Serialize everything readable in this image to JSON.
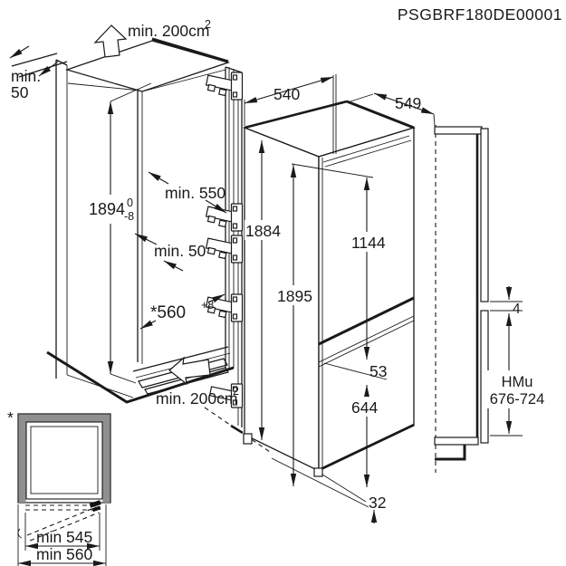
{
  "title": "PSGBRF180DE00001",
  "cabinet": {
    "top_vent": {
      "label": "min. 200cm",
      "sup": "2"
    },
    "top_clearance": {
      "line1": "min.",
      "line2": "50"
    },
    "niche_height": {
      "value": "1894",
      "tol_top": "0",
      "tol_bottom": "-8"
    },
    "niche_depth": "min. 550",
    "rear_gap": "min. 50",
    "niche_width": {
      "value": "*560",
      "sup": "+8"
    },
    "bottom_vent": {
      "label": "min. 200cm",
      "sup": "2"
    }
  },
  "appliance": {
    "width": "540",
    "depth": "549",
    "height": "1884",
    "door_height": "1895",
    "upper_door_height": "1144",
    "hinge_gap": "53",
    "lower_door_height": "644",
    "bottom_gap": "32"
  },
  "side_profile": {
    "door_gap": "4",
    "panel_label": "HMu",
    "panel_range": "676-724"
  },
  "inset": {
    "marker": "*",
    "inner_width": "min 545",
    "outer_width": "min 560"
  },
  "colors": {
    "line": "#1a1a1a",
    "inset_frame": "#8f8f8f",
    "background": "#ffffff"
  }
}
